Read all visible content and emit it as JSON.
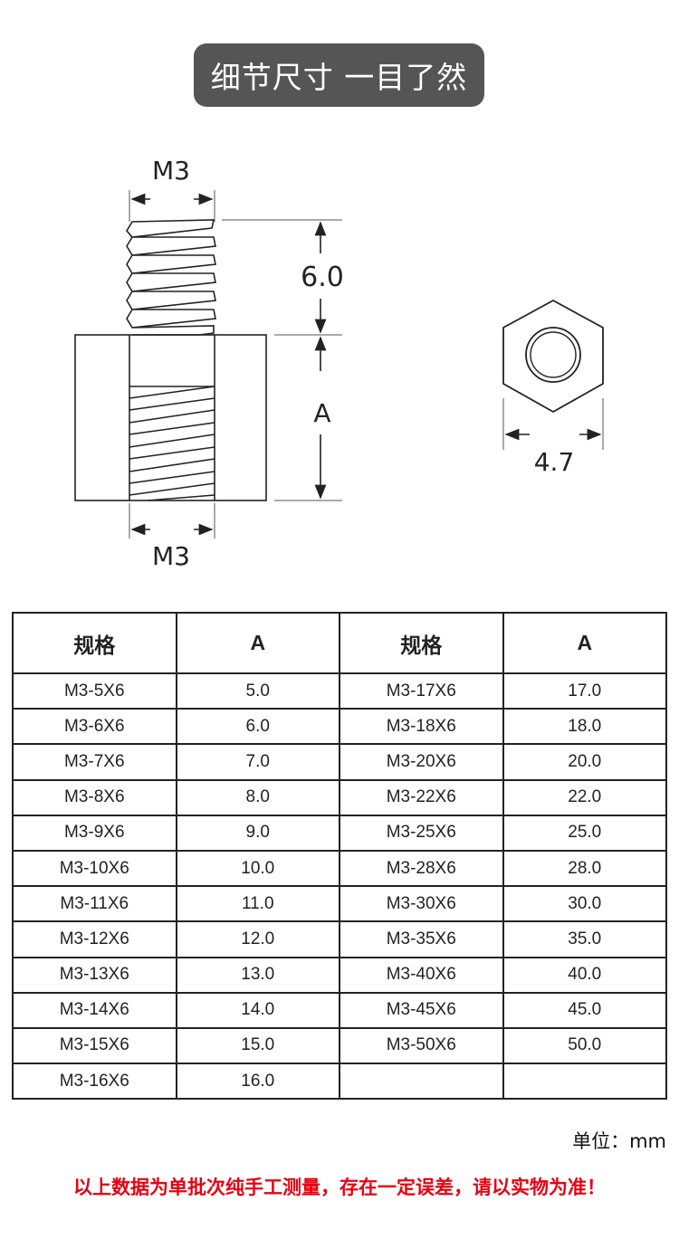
{
  "title": "细节尺寸 一目了然",
  "drawing": {
    "top_thread": "M3",
    "stud_length": "6.0",
    "body_length": "A",
    "bottom_thread": "M3",
    "hex_width": "4.7"
  },
  "table": {
    "headers": [
      "规格",
      "A",
      "规格",
      "A"
    ],
    "rows": [
      [
        "M3-5X6",
        "5.0",
        "M3-17X6",
        "17.0"
      ],
      [
        "M3-6X6",
        "6.0",
        "M3-18X6",
        "18.0"
      ],
      [
        "M3-7X6",
        "7.0",
        "M3-20X6",
        "20.0"
      ],
      [
        "M3-8X6",
        "8.0",
        "M3-22X6",
        "22.0"
      ],
      [
        "M3-9X6",
        "9.0",
        "M3-25X6",
        "25.0"
      ],
      [
        "M3-10X6",
        "10.0",
        "M3-28X6",
        "28.0"
      ],
      [
        "M3-11X6",
        "11.0",
        "M3-30X6",
        "30.0"
      ],
      [
        "M3-12X6",
        "12.0",
        "M3-35X6",
        "35.0"
      ],
      [
        "M3-13X6",
        "13.0",
        "M3-40X6",
        "40.0"
      ],
      [
        "M3-14X6",
        "14.0",
        "M3-45X6",
        "45.0"
      ],
      [
        "M3-15X6",
        "15.0",
        "M3-50X6",
        "50.0"
      ],
      [
        "M3-16X6",
        "16.0",
        "",
        ""
      ]
    ]
  },
  "unit": "单位：mm",
  "note": "以上数据为单批次纯手工测量，存在一定误差，请以实物为准！"
}
